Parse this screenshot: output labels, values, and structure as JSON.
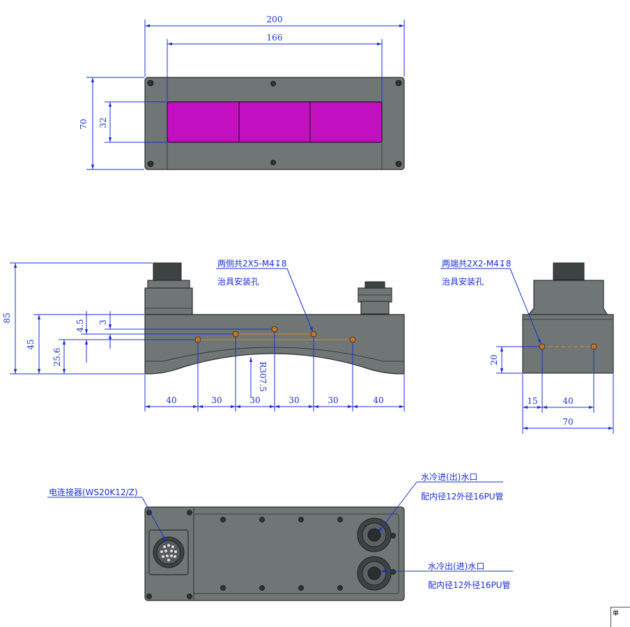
{
  "dimensions": {
    "front_width": "200",
    "window_width": "166",
    "front_height": "70",
    "window_height": "32",
    "side_total_height": "85",
    "side_height": "45",
    "hole_height": "25.6",
    "dim_4_5": "4.5",
    "dim_3": "3",
    "radius": "R307.5",
    "bottom_spacing": [
      "40",
      "30",
      "30",
      "30",
      "30",
      "40"
    ],
    "end_hole_height": "20",
    "end_offset": "15",
    "end_spacing": "40",
    "end_width": "70"
  },
  "annotations": {
    "side_holes_line1": "两侧共2X5-M4↧8",
    "side_holes_line2": "治具安装孔",
    "end_holes_line1": "两端共2X2-M4↧8",
    "end_holes_line2": "治具安装孔",
    "connector": "电连接器(WS20K12/Z)",
    "water_in_line1": "水冷进(出)水口",
    "water_in_line2": "配内径12外径16PU管",
    "water_out_line1": "水冷出(进)水口",
    "water_out_line2": "配内径12外径16PU管"
  },
  "legend": {
    "unit_label": "单"
  },
  "colors": {
    "dimension_blue": "#1a2fd6",
    "body_gray": "#6f7675",
    "emitter_magenta": "#c20fc0",
    "hole_orange": "#c0772a"
  }
}
